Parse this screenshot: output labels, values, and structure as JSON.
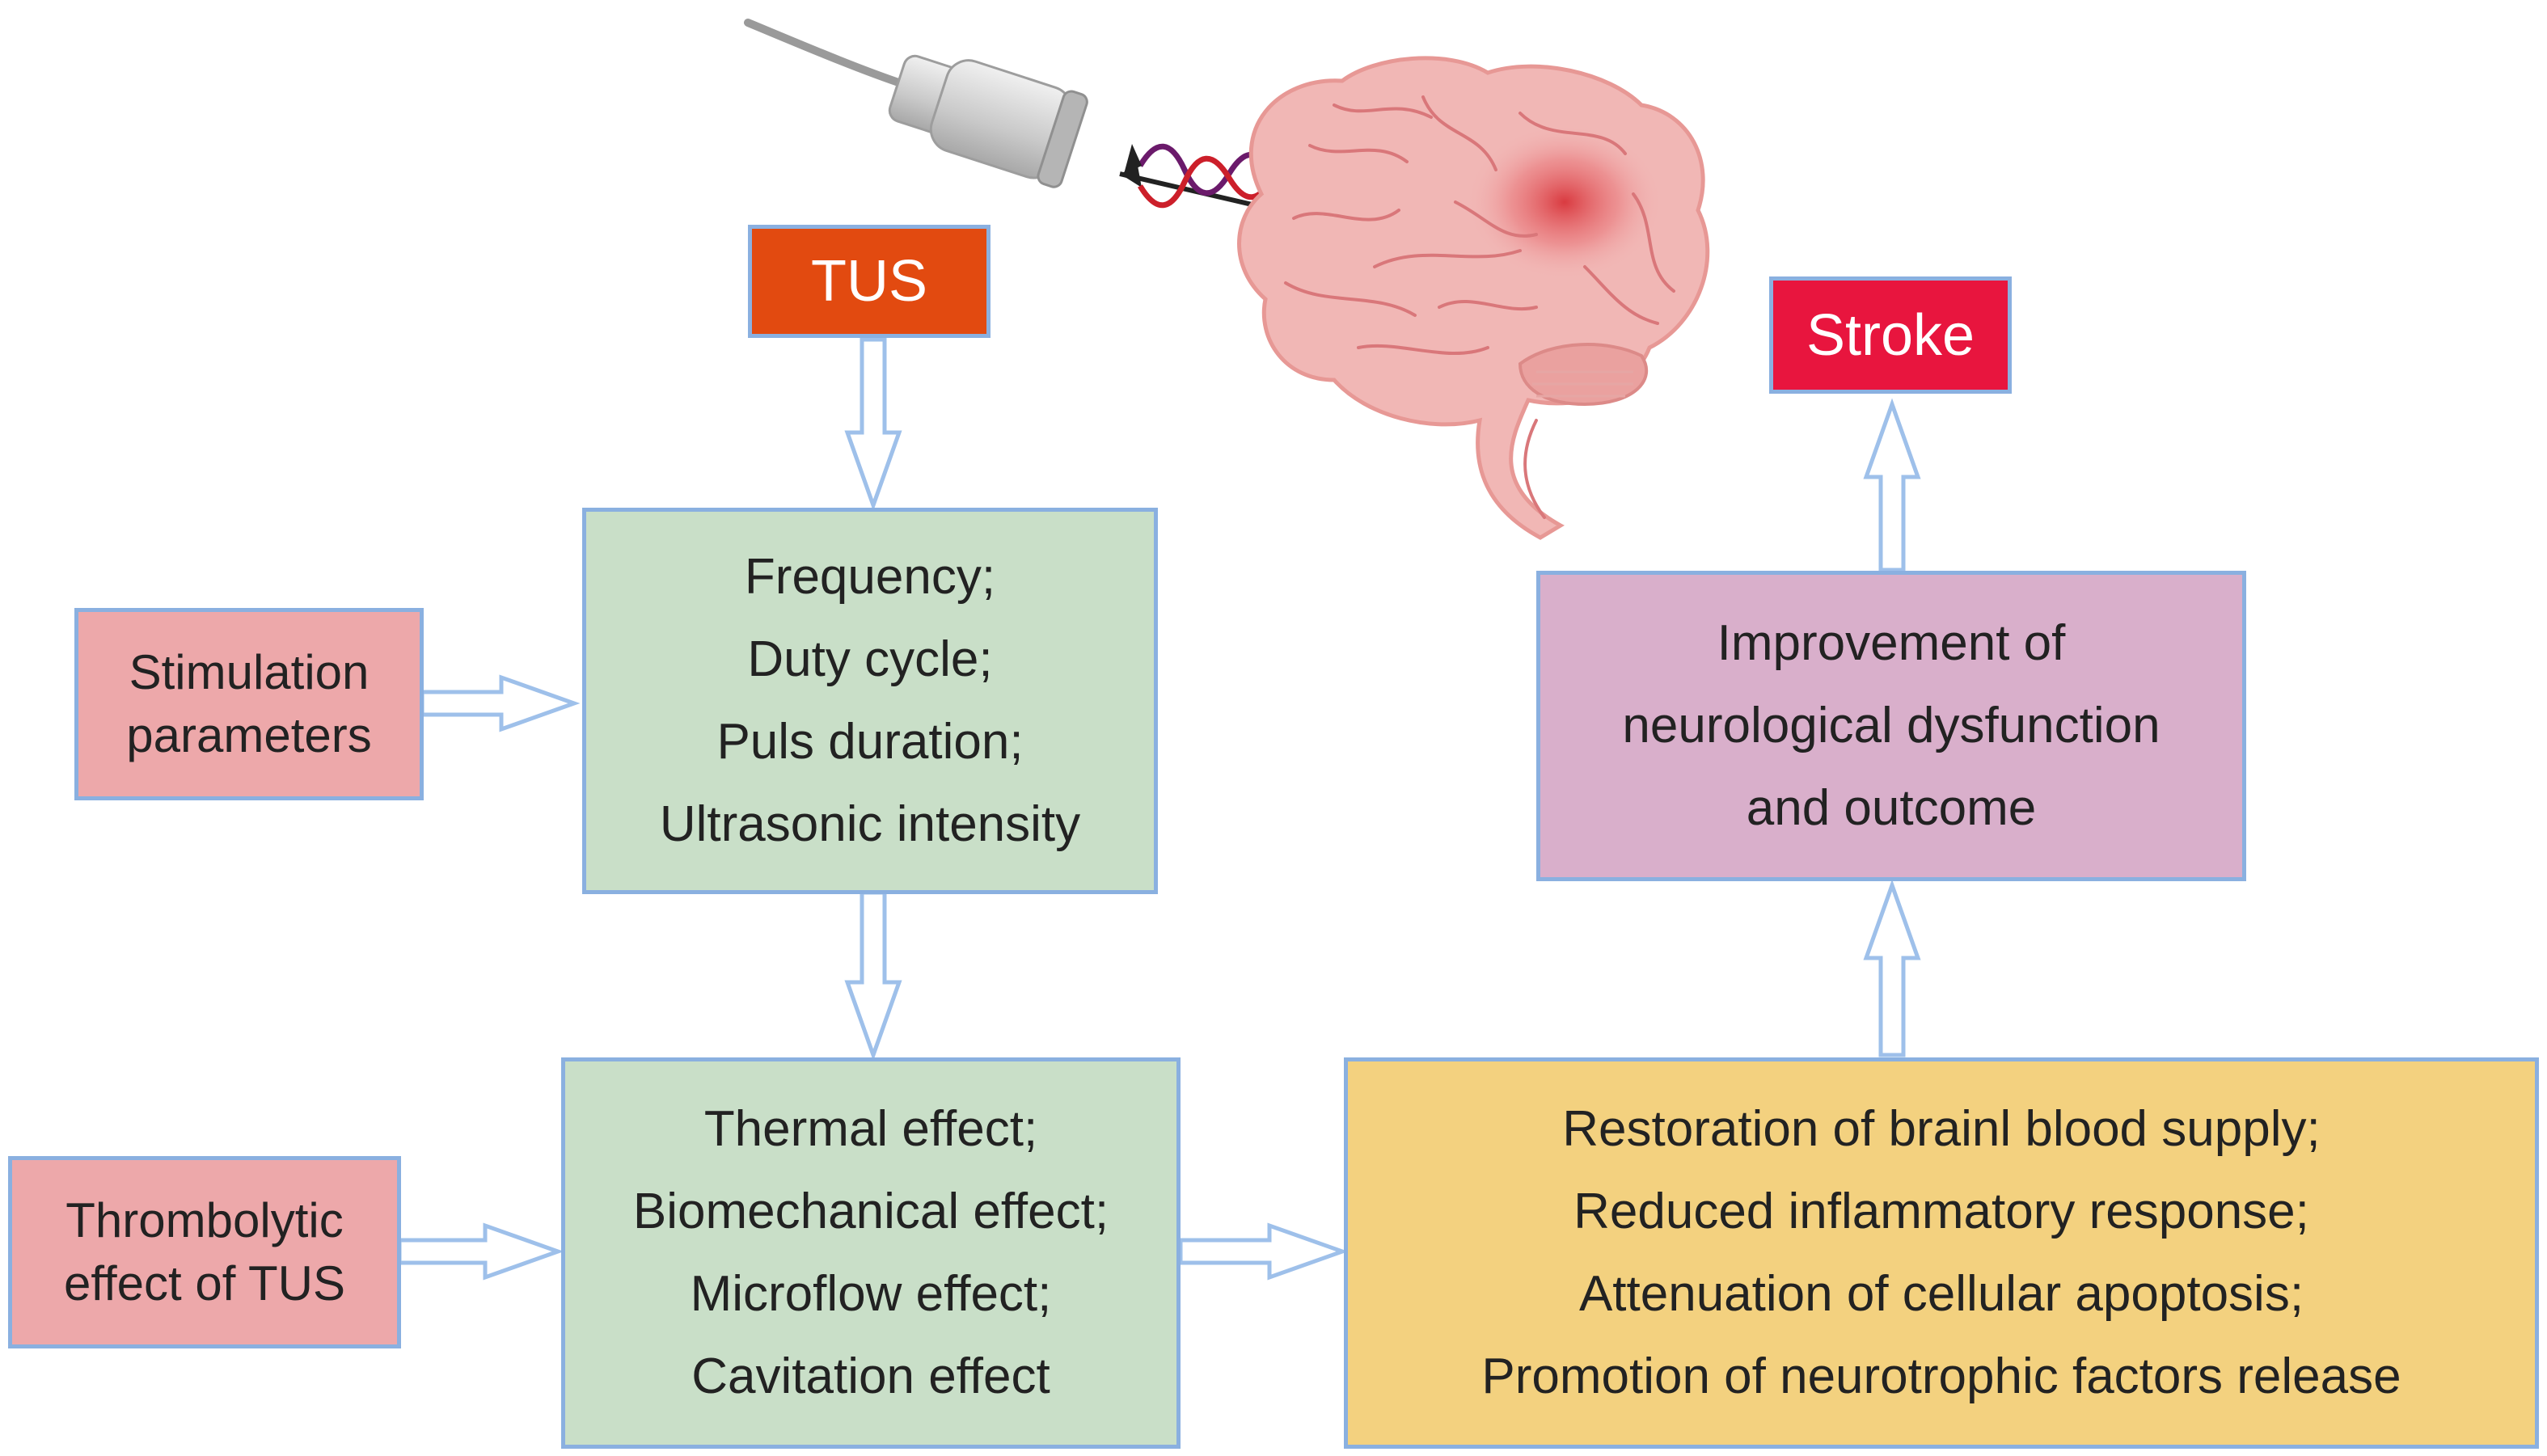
{
  "tus": "TUS",
  "stroke": "Stroke",
  "stimulation": [
    "Stimulation",
    "parameters"
  ],
  "parameters": [
    "Frequency;",
    "Duty cycle;",
    "Puls duration;",
    "Ultrasonic intensity"
  ],
  "thrombolytic": [
    "Thrombolytic",
    "effect of TUS"
  ],
  "effects": [
    "Thermal effect;",
    "Biomechanical effect;",
    "Microflow effect;",
    "Cavitation effect"
  ],
  "mechanisms": [
    "Restoration of brainl blood supply;",
    "Reduced inflammatory response;",
    "Attenuation of cellular apoptosis;",
    "Promotion of neurotrophic factors release"
  ],
  "outcome": [
    "Improvement of",
    "neurological dysfunction",
    "and outcome"
  ],
  "colors": {
    "tus_box": "#e24a10",
    "stroke_box": "#e8153e",
    "param_box": "#c9dfc8",
    "side_box": "#eda8aa",
    "outcome_box": "#d9afcb",
    "mechanism_box": "#f3d17f",
    "border": "#8ab0e0",
    "arrow": "#9ec0ea"
  },
  "icons": [
    "ultrasound-probe-icon",
    "ultrasound-wave-icon",
    "brain-icon"
  ]
}
